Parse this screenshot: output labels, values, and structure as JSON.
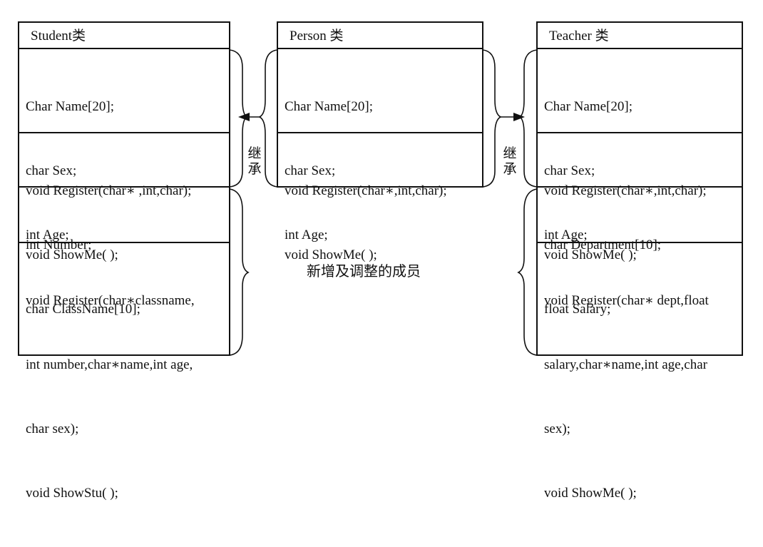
{
  "student": {
    "title": "Student类",
    "attributes": [
      "Char Name[20];",
      "char Sex;",
      "int Age;"
    ],
    "methods": [
      "void Register(char∗ ,int,char);",
      "void ShowMe( );"
    ],
    "new_attributes": [
      "int Number;",
      "char ClassName[10];"
    ],
    "new_methods": [
      "void Register(char∗classname,",
      "int number,char∗name,int age,",
      "char sex);",
      "void ShowStu( );"
    ]
  },
  "person": {
    "title": "Person 类",
    "attributes": [
      "Char Name[20];",
      "char Sex;",
      "int Age;"
    ],
    "methods": [
      "void Register(char∗,int,char);",
      "void ShowMe( );"
    ]
  },
  "teacher": {
    "title": "Teacher 类",
    "attributes": [
      "Char Name[20];",
      "char Sex;",
      "int Age;"
    ],
    "methods": [
      "void Register(char∗,int,char);",
      "void ShowMe( );"
    ],
    "new_attributes": [
      "char Department[10];",
      "float Salary;"
    ],
    "new_methods": [
      "void Register(char∗ dept,float",
      "salary,char∗name,int age,char",
      "sex);",
      "void ShowMe( );"
    ]
  },
  "inherit_left": [
    "继",
    "承"
  ],
  "inherit_right": [
    "继",
    "承"
  ],
  "new_members_label": "新增及调整的成员"
}
